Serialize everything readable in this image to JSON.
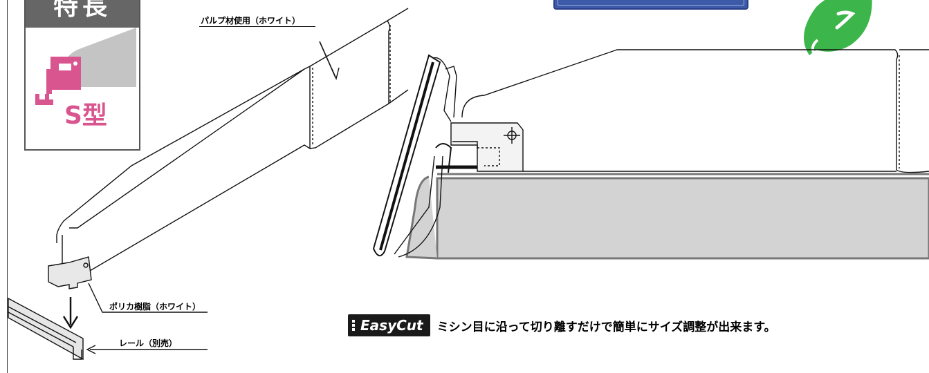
{
  "badge": {
    "title": "特長",
    "type_label": "S型",
    "pink_color": "#d9558f"
  },
  "labels": {
    "pulp_material": "パルプ材使用（ホワイト）",
    "polycarbonate": "ポリカ樹脂（ホワイト）",
    "rail": "レール（別売）"
  },
  "easycut": {
    "logo": "EasyCut",
    "description": "ミシン目に沿って切り離すだけで簡単にサイズ調整が出来ます。"
  },
  "colors": {
    "blue_tab": "#3c5aa8",
    "leaf_green": "#3cb54a",
    "shelf_gray": "#d3d3d3"
  }
}
